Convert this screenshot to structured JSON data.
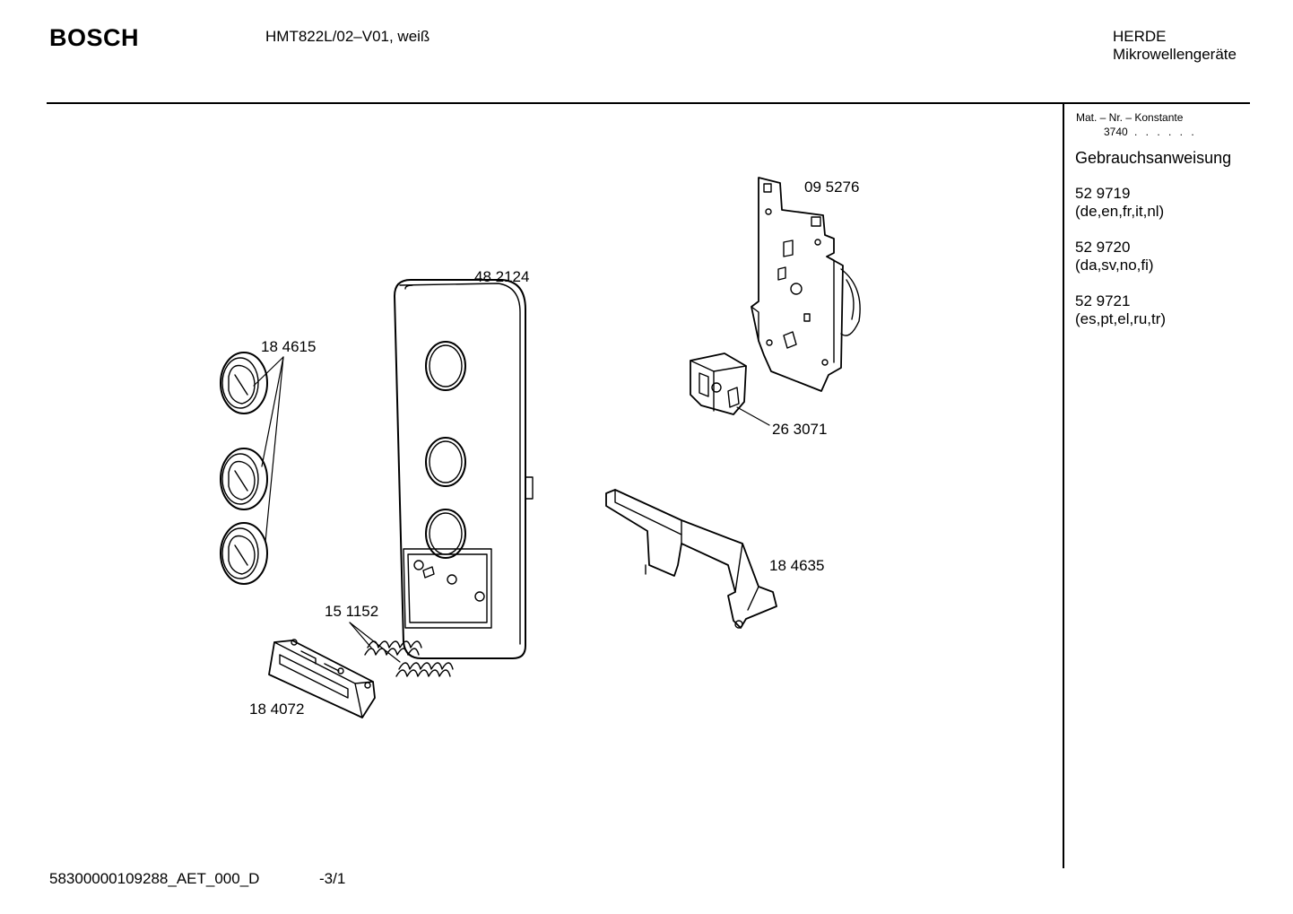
{
  "header": {
    "brand": "BOSCH",
    "model": "HMT822L/02–V01, weiß",
    "category_line1": "HERDE",
    "category_line2": "Mikrowellengeräte"
  },
  "sidebar": {
    "mat_label": "Mat. – Nr. – Konstante",
    "mat_value": "3740",
    "mat_dots": ". . . . . .",
    "manual_title": "Gebrauchsanweisung",
    "manuals": [
      {
        "number": "52 9719",
        "languages": "(de,en,fr,it,nl)"
      },
      {
        "number": "52 9720",
        "languages": "(da,sv,no,fi)"
      },
      {
        "number": "52 9721",
        "languages": "(es,pt,el,ru,tr)"
      }
    ]
  },
  "parts": {
    "timer_plate": "09 5276",
    "control_panel": "48 2124",
    "knob": "18 4615",
    "switch": "26 3071",
    "bracket": "18 4635",
    "spring": "15 1152",
    "button": "18 4072"
  },
  "footer": {
    "doc_id": "58300000109288_AET_000_D",
    "page": "-3/1"
  }
}
